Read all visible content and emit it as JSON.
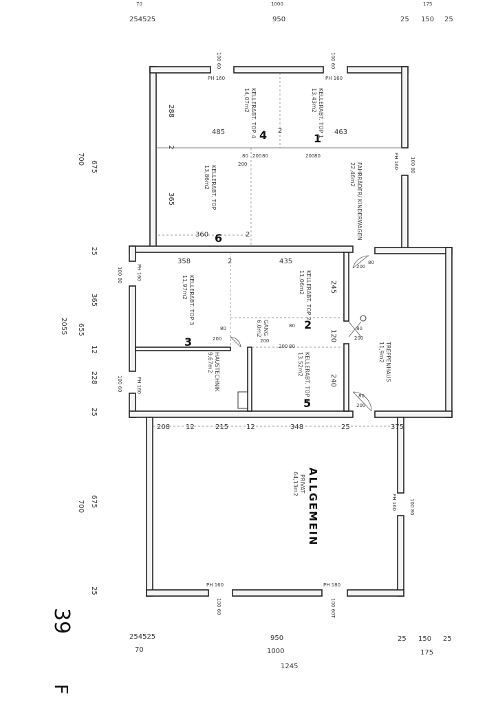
{
  "top_dims": {
    "a": "254525",
    "b": "950",
    "c1": "25",
    "c2": "150",
    "c3": "25",
    "d": "70",
    "e": "1000",
    "f": "175"
  },
  "bottom_dims": {
    "a": "254525",
    "b": "950",
    "c1": "25",
    "c2": "150",
    "c3": "25",
    "d": "70",
    "e": "1000",
    "f": "175",
    "total": "1245"
  },
  "left_dims": {
    "d675a": "675",
    "d700a": "700",
    "d25a": "25",
    "d365": "365",
    "d2055": "2055",
    "d655": "655",
    "d12": "12",
    "d228": "228",
    "d25b": "25",
    "d675b": "675",
    "d700b": "700",
    "d25c": "25"
  },
  "ph": {
    "ph160": "PH 160",
    "ph180": "PH 180",
    "w100_60": "100 60",
    "w100_80": "100 80",
    "w100_60t": "100 60T"
  },
  "rooms": {
    "top4": {
      "name": "KELLERABT. TOP 4",
      "area": "14,07m2",
      "mark": "4"
    },
    "top1": {
      "name": "KELLERABT. TOP 1",
      "area": "13,43m2",
      "mark": "1"
    },
    "top6": {
      "name": "KELLERABT. TOP",
      "area": "13,86m2",
      "mark": "6"
    },
    "fahrrad": {
      "name": "FAHRRÄDER/ KINDERWAGEN",
      "area": "22,46m2"
    },
    "top3": {
      "name": "KELLERABT. TOP 3",
      "area": "11,97m2",
      "mark": "3"
    },
    "top2": {
      "name": "KELLERABT. TOP 2",
      "area": "11,06m2",
      "mark": "2"
    },
    "gang": {
      "name": "GANG",
      "area": "6,0m2"
    },
    "top5": {
      "name": "KELLERABT. TOP 5",
      "area": "13,52m2",
      "mark": "5"
    },
    "haustech": {
      "name": "HAUSTECHNIK",
      "area": "9,67m2"
    },
    "treppe": {
      "name": "TREPPENHAUS",
      "area": "11,9m2"
    },
    "allgemein": {
      "name": "PRIVAT",
      "area": "64,13m2",
      "label": "ALLGEMEIN"
    }
  },
  "inner_dims": {
    "d288": "288",
    "d485": "485",
    "d463": "463",
    "d365": "365",
    "d360": "360",
    "d358": "358",
    "d435": "435",
    "d245": "245",
    "d120": "120",
    "d240": "240",
    "d208": "208",
    "d12a": "12",
    "d215": "215",
    "d12b": "12",
    "d348": "348",
    "d25": "25",
    "d375": "375",
    "d2": "2",
    "d80": "80",
    "d200": "200"
  },
  "page_mark": {
    "number": "39",
    "letter": "F"
  }
}
